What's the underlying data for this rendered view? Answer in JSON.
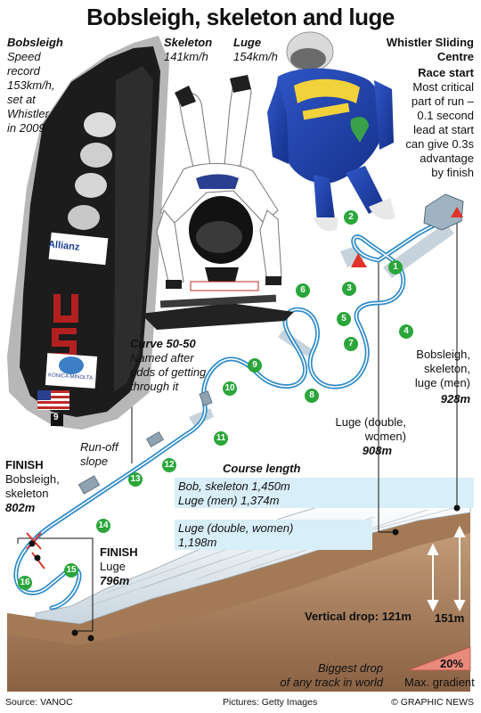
{
  "title": "Bobsleigh, skeleton and luge",
  "bobsleigh": {
    "heading": "Bobsleigh",
    "lines": [
      "Speed",
      "record",
      "153km/h,",
      "set at",
      "Whistler",
      "in 2009"
    ]
  },
  "skeleton": {
    "heading": "Skeleton",
    "speed": "141km/h"
  },
  "luge": {
    "heading": "Luge",
    "speed": "154km/h"
  },
  "venue": {
    "line1": "Whistler Sliding",
    "line2": "Centre"
  },
  "race_start": {
    "heading": "Race start",
    "lines": [
      "Most critical",
      "part of run –",
      "0.1 second",
      "lead at start",
      "can give 0.3s",
      "advantage",
      "by finish"
    ]
  },
  "curve5050": {
    "heading": "Curve 50-50",
    "lines": [
      "Named after",
      "odds of getting",
      "through it"
    ]
  },
  "runoff": {
    "lines": [
      "Run-off",
      "slope"
    ]
  },
  "finish_bob": {
    "heading": "FINISH",
    "lines": [
      "Bobsleigh,",
      "skeleton"
    ],
    "value": "802m"
  },
  "finish_luge": {
    "heading": "FINISH",
    "line": "Luge",
    "value": "796m"
  },
  "start_bob": {
    "lines": [
      "Bobsleigh,",
      "skeleton,",
      "luge (men)"
    ],
    "value": "928m"
  },
  "start_luge": {
    "lines": [
      "Luge (double,",
      "women)"
    ],
    "value": "908m"
  },
  "course_length": {
    "heading": "Course length",
    "line1": "Bob, skeleton 1,450m",
    "line2": "Luge (men) 1,374m",
    "line3a": "Luge (double, women)",
    "line3b": "1,198m"
  },
  "vertical_drop": {
    "label": "Vertical drop: 121m",
    "alt": "151m"
  },
  "biggest": {
    "line1": "Biggest drop",
    "line2": "of any track in world"
  },
  "gradient": {
    "value": "20%",
    "label": "Max. gradient"
  },
  "curves": [
    "1",
    "2",
    "3",
    "4",
    "5",
    "6",
    "7",
    "8",
    "9",
    "10",
    "11",
    "12",
    "13",
    "14",
    "15",
    "16"
  ],
  "footer": {
    "source": "Source: VANOC",
    "pictures": "Pictures: Getty Images",
    "brand": "© GRAPHIC NEWS"
  },
  "sled": {
    "brand1": "Allianz",
    "brand2": "KONICA MINOLTA",
    "country": "USA",
    "number": "9"
  },
  "colors": {
    "track": "#2e8bc9",
    "green": "#2aa63a",
    "band": "#d8eef8",
    "red": "#e0342a"
  }
}
